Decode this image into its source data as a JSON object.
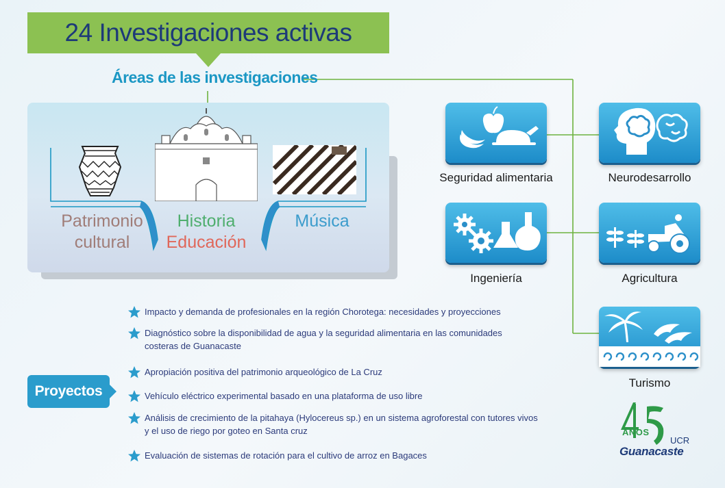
{
  "header": {
    "title": "24 Investigaciones activas",
    "subtitle": "Áreas de las investigaciones"
  },
  "areas": [
    {
      "label_lines": [
        "Patrimonio",
        "cultural"
      ],
      "color": "#a07d78"
    },
    {
      "label_lines": [
        "Historia",
        "Educación"
      ],
      "colors": [
        "#4fae6e",
        "#e0675a"
      ]
    },
    {
      "label_lines": [
        "Música"
      ],
      "color": "#3b9ccc"
    }
  ],
  "disciplines": [
    {
      "label": "Seguridad alimentaria",
      "icon": "food-icon"
    },
    {
      "label": "Neurodesarrollo",
      "icon": "brain-head-icon"
    },
    {
      "label": "Ingeniería",
      "icon": "gears-flask-icon"
    },
    {
      "label": "Agricultura",
      "icon": "tractor-plants-icon"
    },
    {
      "label": "Turismo",
      "icon": "palm-dolphins-icon"
    }
  ],
  "projects": {
    "label": "Proyectos",
    "items": [
      "Impacto y demanda de profesionales en la región Chorotega: necesidades y proyecciones",
      "Diagnóstico sobre la disponibilidad de agua y la seguridad alimentaria en las comunidades costeras de Guanacaste",
      "Apropiación positiva del patrimonio arqueológico de La Cruz",
      "Vehículo eléctrico experimental basado en una plataforma de uso libre",
      "Análisis de crecimiento de la pitahaya (Hylocereus sp.) en un sistema agroforestal con tutores vivos y el uso de riego por goteo en Santa cruz",
      "Evaluación de sistemas de rotación para el cultivo de arroz en Bagaces"
    ]
  },
  "logo": {
    "number": "45",
    "anos": "AÑOS",
    "ucr": "UCR",
    "campus": "Guanacaste"
  },
  "colors": {
    "banner_green": "#8cc152",
    "title_navy": "#1d3a78",
    "accent_blue": "#1b97c4",
    "line_green": "#6db33f",
    "project_text": "#2b3a7a"
  }
}
